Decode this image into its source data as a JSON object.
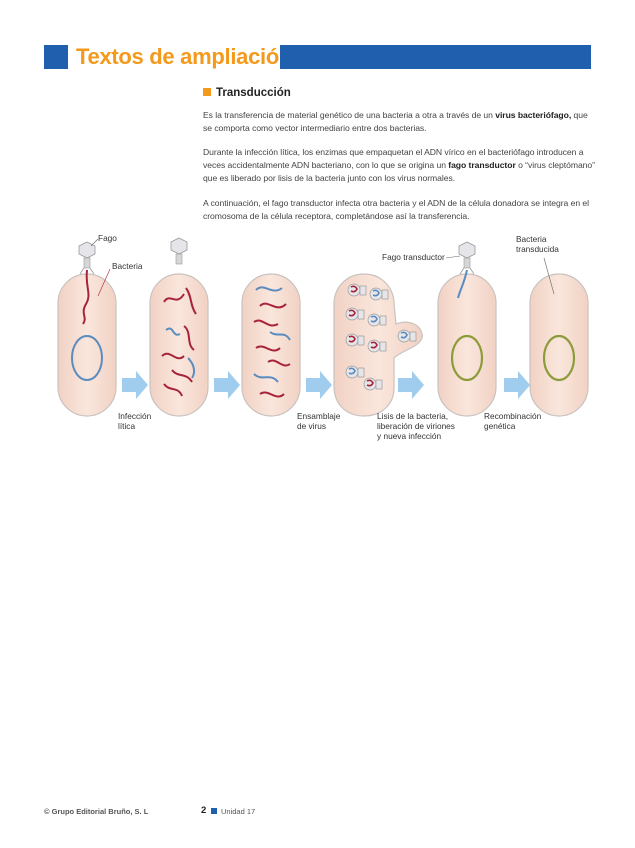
{
  "header": {
    "title": "Textos de ampliación"
  },
  "section": {
    "title": "Transducción"
  },
  "paragraphs": {
    "p1_a": "Es la transferencia de material genético de una bacteria a otra a través de un ",
    "p1_b": "virus bacteriófago,",
    "p1_c": " que se comporta como vector intermediario entre dos bacterias.",
    "p2_a": "Durante la infección lítica, los enzimas que empaquetan el ADN vírico en el bacteriófago introducen a veces accidentalmente ADN bacteriano, con lo que se origina un ",
    "p2_b": "fago transductor",
    "p2_c": " o “virus cleptómano” que es liberado por lisis de la bacteria junto con los virus normales.",
    "p3": "A continuación, el fago transductor infecta otra bacteria y el ADN de la célula donadora se integra en el cromosoma de la célula receptora, completándose así la transferencia."
  },
  "figure": {
    "labels": {
      "fago": "Fago",
      "bacteria": "Bacteria",
      "fago_transductor": "Fago transductor",
      "bacteria_transducida_1": "Bacteria",
      "bacteria_transducida_2": "transducida"
    },
    "captions": {
      "infeccion_1": "Infección",
      "infeccion_2": "lítica",
      "ensamblaje_1": "Ensamblaje",
      "ensamblaje_2": "de virus",
      "lisis_1": "Lisis de la bacteria,",
      "lisis_2": "liberación de viriones",
      "lisis_3": "y nueva infección",
      "recombinacion_1": "Recombinación",
      "recombinacion_2": "genética"
    },
    "colors": {
      "cell_fill": "#f6ddd0",
      "cell_stroke": "#c9c2bf",
      "dna_red": "#a8233a",
      "dna_blue": "#5b8cc0",
      "chromosome_green": "#8d9c3a",
      "arrow": "#8fc3ea"
    }
  },
  "footer": {
    "copyright": "© Grupo Editorial Bruño, S. L",
    "page": "2",
    "unit": "Unidad 17"
  }
}
